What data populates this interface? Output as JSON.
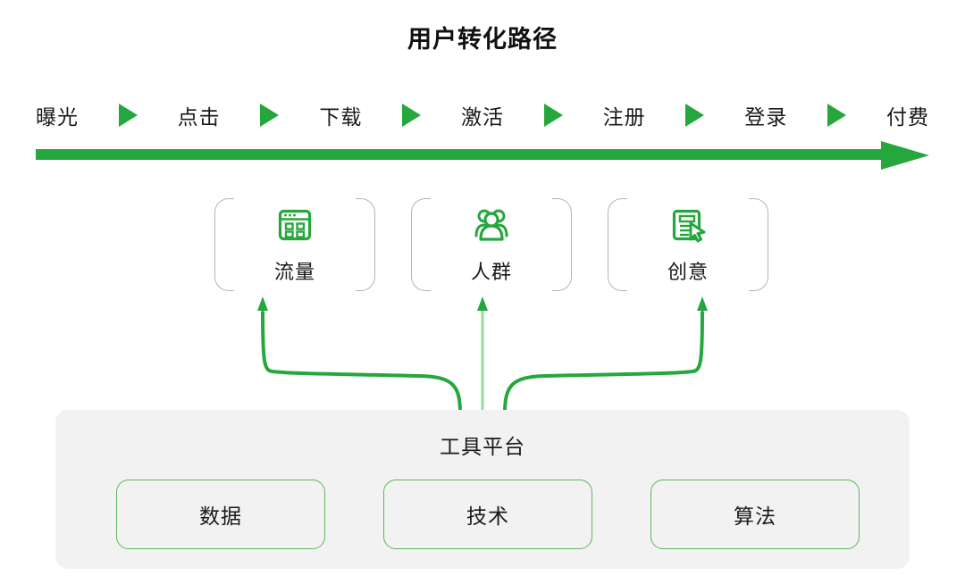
{
  "title": "用户转化路径",
  "funnel": {
    "steps": [
      {
        "label": "曝光"
      },
      {
        "label": "点击"
      },
      {
        "label": "下载"
      },
      {
        "label": "激活"
      },
      {
        "label": "注册"
      },
      {
        "label": "登录"
      },
      {
        "label": "付费"
      }
    ],
    "separator_icon": "triangle-right-icon",
    "axis_icon": "long-right-arrow-icon"
  },
  "pillars": [
    {
      "label": "流量",
      "icon": "browser-window-grid-icon"
    },
    {
      "label": "人群",
      "icon": "user-group-icon"
    },
    {
      "label": "创意",
      "icon": "document-cursor-icon"
    }
  ],
  "connectors": [
    {
      "icon": "curved-up-arrow-left-icon"
    },
    {
      "icon": "straight-up-arrow-icon"
    },
    {
      "icon": "curved-up-arrow-right-icon"
    }
  ],
  "platform": {
    "title": "工具平台",
    "boxes": [
      {
        "label": "数据"
      },
      {
        "label": "技术"
      },
      {
        "label": "算法"
      }
    ]
  },
  "colors": {
    "green_primary": "#26a73d",
    "green_light": "#9ddba5",
    "green_box_border": "#5cb85c",
    "bracket_gray": "#aeb4bf",
    "platform_bg": "#f2f2f2",
    "text": "#1a1a1a"
  }
}
